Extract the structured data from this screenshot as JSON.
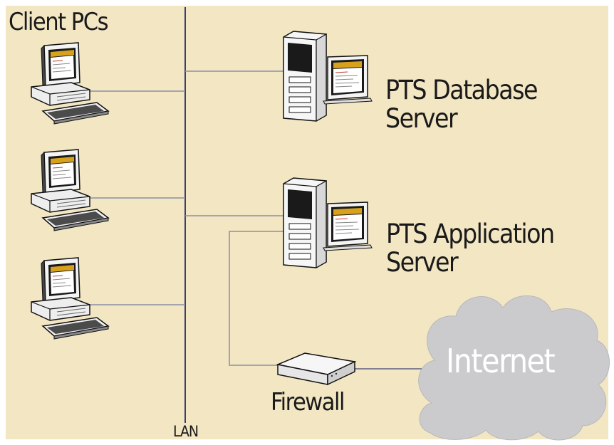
{
  "labels": {
    "client_pcs": "Client PCs",
    "db_server_line1": "PTS Database",
    "db_server_line2": "Server",
    "app_server_line1": "PTS Application",
    "app_server_line2": "Server",
    "firewall": "Firewall",
    "lan": "LAN",
    "internet": "Internet"
  },
  "colors": {
    "background": "#f2e6c3",
    "line": "#8a8fa8",
    "lan_bus": "#3b3f72",
    "cloud": "#cbcbcd",
    "text": "#1a1a1a"
  },
  "icons": {
    "client_pc": "desktop-computer-icon",
    "server": "server-tower-icon",
    "firewall": "firewall-appliance-icon",
    "internet": "cloud-icon"
  }
}
